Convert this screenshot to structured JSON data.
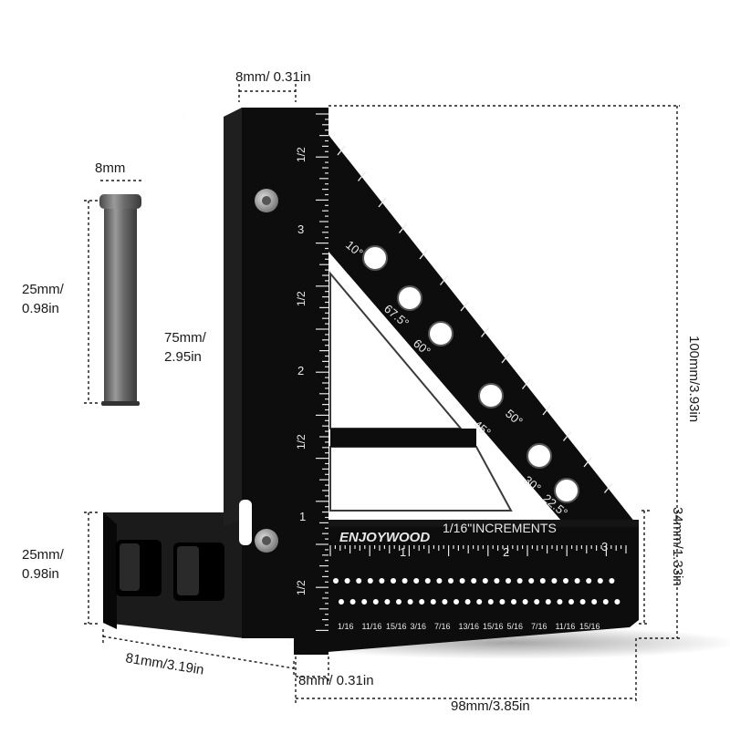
{
  "product": {
    "brand": "ENJOYWOOD",
    "increment_label": "1/16\"INCREMENTS",
    "angle_labels": [
      "10°",
      "67.5°",
      "60°",
      "45°",
      "50°",
      "30°",
      "22.5°"
    ],
    "ruler_vertical_labels": [
      "1/2",
      "3",
      "1/2",
      "2",
      "1/2",
      "1",
      "1/2"
    ],
    "ruler_horizontal_labels": [
      "1",
      "2",
      "3"
    ],
    "fraction_labels": [
      "1/16",
      "11/16",
      "15/16",
      "3/16",
      "7/16",
      "13/16",
      "15/16",
      "5/16",
      "7/16",
      "11/16",
      "15/16"
    ]
  },
  "dimensions": {
    "top_thickness": "8mm/ 0.31in",
    "pin_diameter": "8mm",
    "pin_length_mm": "25mm/",
    "pin_length_in": "0.98in",
    "inner_height_mm": "75mm/",
    "inner_height_in": "2.95in",
    "total_height": "100mm/3.93in",
    "base_height_mm": "25mm/",
    "base_height_in": "0.98in",
    "right_height": "34mm/1.33in",
    "base_length": "81mm/3.19in",
    "bottom_thickness": "8mm/ 0.31in",
    "total_length": "98mm/3.85in"
  },
  "colors": {
    "tool_body": "#0d0d0d",
    "tool_edge": "#2a2a2a",
    "pin": "#6e6e6e",
    "engraving": "#e8e8e8"
  }
}
